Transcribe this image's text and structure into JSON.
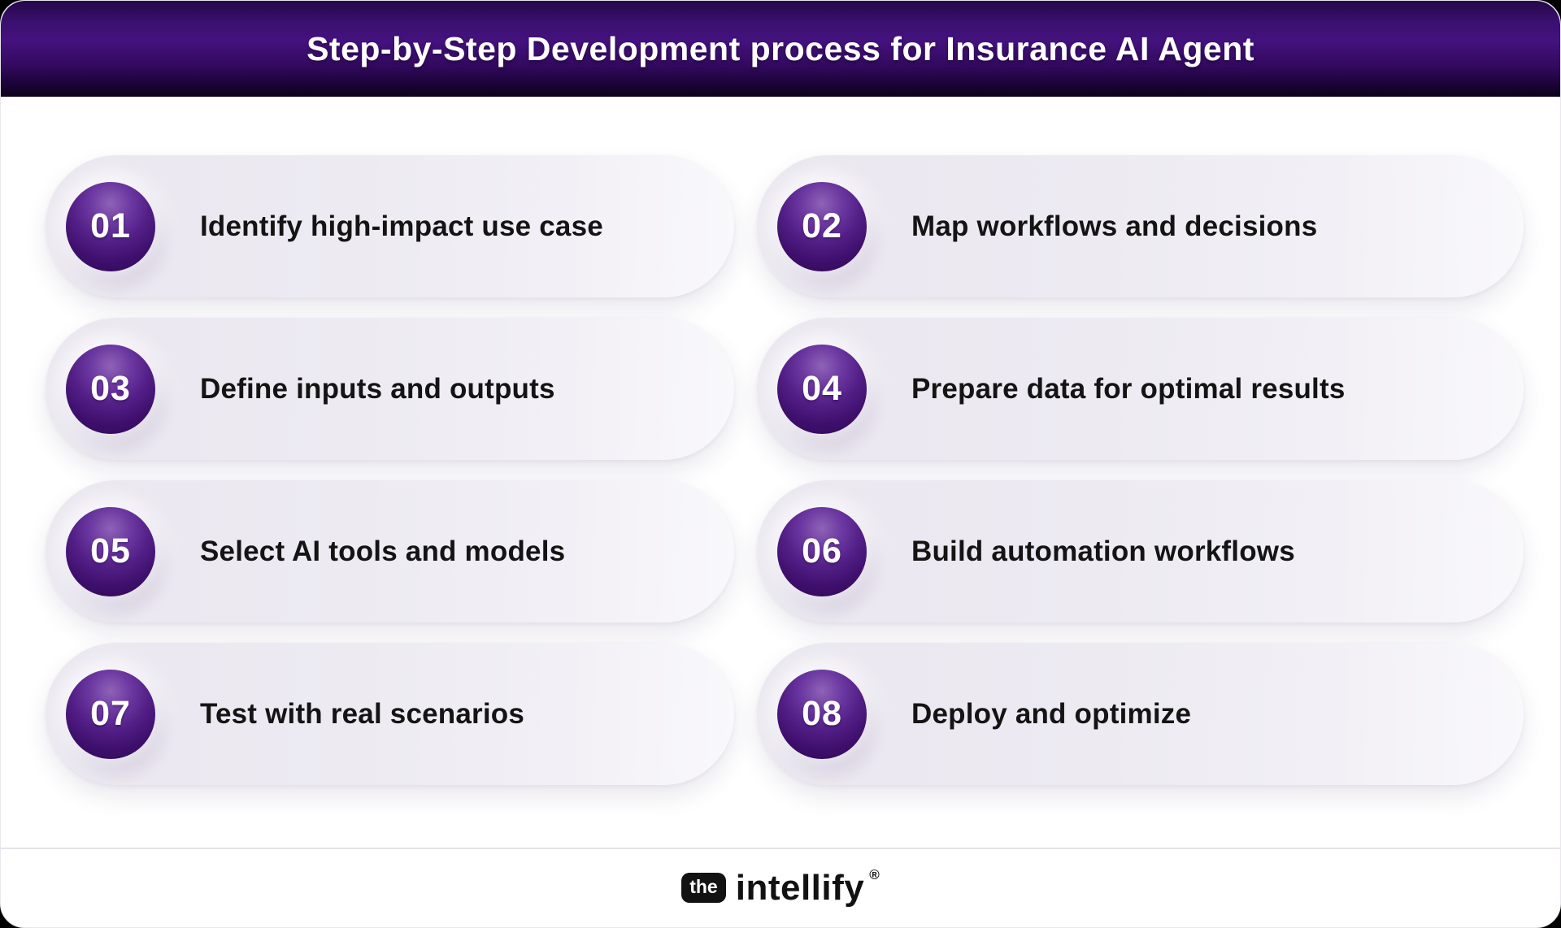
{
  "header": {
    "title": "Step-by-Step Development process for Insurance AI Agent"
  },
  "steps": [
    {
      "number": "01",
      "label": "Identify high-impact use case"
    },
    {
      "number": "02",
      "label": "Map workflows and decisions"
    },
    {
      "number": "03",
      "label": "Define inputs and outputs"
    },
    {
      "number": "04",
      "label": "Prepare data for optimal results"
    },
    {
      "number": "05",
      "label": "Select AI tools and models"
    },
    {
      "number": "06",
      "label": "Build automation workflows"
    },
    {
      "number": "07",
      "label": "Test with real scenarios"
    },
    {
      "number": "08",
      "label": "Deploy and optimize"
    }
  ],
  "footer": {
    "logo_prefix": "the",
    "logo_name": "intellify",
    "logo_mark": "®"
  },
  "colors": {
    "header_purple": "#44127e",
    "header_dark": "#0d0119",
    "badge_purple": "#531f87",
    "pill_background": "#edeaf2",
    "text_dark": "#141414",
    "title_white": "#ffffff"
  }
}
